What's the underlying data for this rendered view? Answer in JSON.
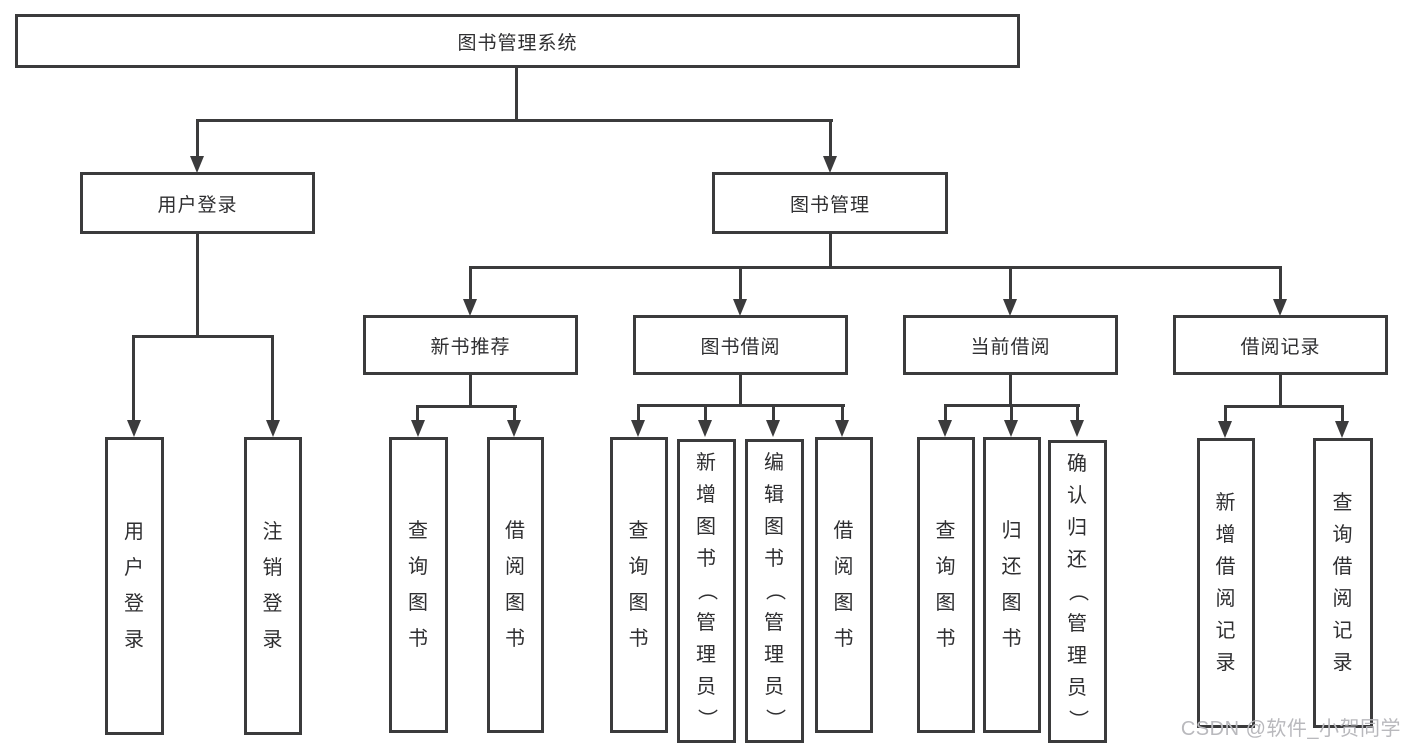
{
  "diagram": {
    "root": {
      "label": "图书管理系统"
    },
    "level1": [
      {
        "label": "用户登录",
        "children": [
          "用户登录",
          "注销登录"
        ]
      },
      {
        "label": "图书管理",
        "children": [
          {
            "label": "新书推荐",
            "children": [
              "查询图书",
              "借阅图书"
            ]
          },
          {
            "label": "图书借阅",
            "children": [
              "查询图书",
              "新增图书（管理员）",
              "编辑图书（管理员）",
              "借阅图书"
            ]
          },
          {
            "label": "当前借阅",
            "children": [
              "查询图书",
              "归还图书",
              "确认归还（管理员）"
            ]
          },
          {
            "label": "借阅记录",
            "children": [
              "新增借阅记录",
              "查询借阅记录"
            ]
          }
        ]
      }
    ],
    "watermark": "CSDN @软件_小贺同学",
    "colors": {
      "line": "#3b3b3c",
      "text": "#2f2f31",
      "watermark": "#b9b9bd",
      "background": "#ffffff"
    }
  }
}
